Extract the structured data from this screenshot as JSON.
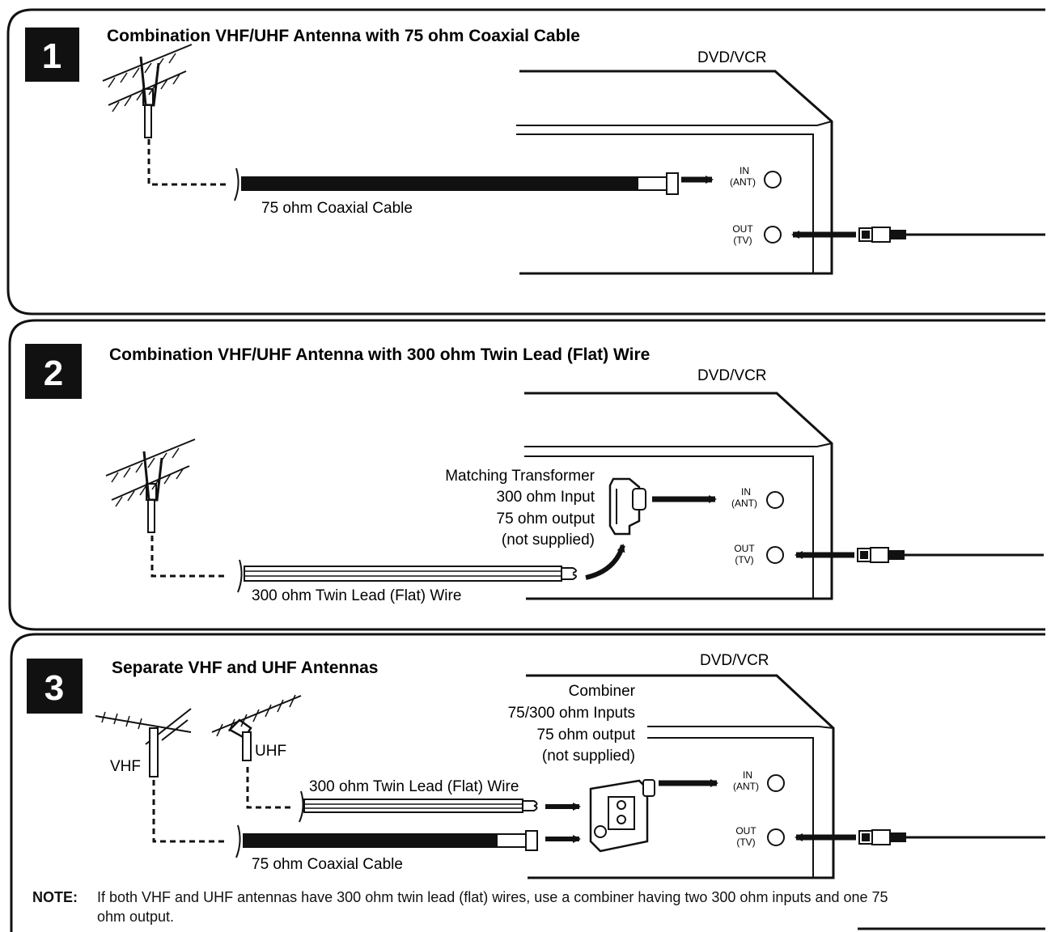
{
  "sections": [
    {
      "number": "1",
      "title": "Combination VHF/UHF Antenna with 75 ohm Coaxial Cable",
      "device": "DVD/VCR",
      "cable_label": "75 ohm Coaxial Cable",
      "port_in": [
        "IN",
        "(ANT)"
      ],
      "port_out": [
        "OUT",
        "(TV)"
      ]
    },
    {
      "number": "2",
      "title": "Combination VHF/UHF Antenna with 300 ohm Twin Lead (Flat) Wire",
      "device": "DVD/VCR",
      "transformer_lines": [
        "Matching Transformer",
        "300 ohm Input",
        "75 ohm output",
        "(not supplied)"
      ],
      "cable_label": "300 ohm Twin Lead (Flat) Wire",
      "port_in": [
        "IN",
        "(ANT)"
      ],
      "port_out": [
        "OUT",
        "(TV)"
      ]
    },
    {
      "number": "3",
      "title": "Separate VHF and UHF Antennas",
      "device": "DVD/VCR",
      "combiner_lines": [
        "Combiner",
        "75/300 ohm Inputs",
        "75 ohm output",
        "(not supplied)"
      ],
      "vhf_label": "VHF",
      "uhf_label": "UHF",
      "twin_label": "300 ohm Twin Lead (Flat) Wire",
      "coax_label": "75 ohm Coaxial Cable",
      "port_in": [
        "IN",
        "(ANT)"
      ],
      "port_out": [
        "OUT",
        "(TV)"
      ]
    }
  ],
  "note": {
    "heading": "NOTE:",
    "text": "If both VHF and UHF antennas have 300 ohm twin lead (flat) wires, use a combiner having two 300 ohm inputs and one 75 ohm output."
  }
}
